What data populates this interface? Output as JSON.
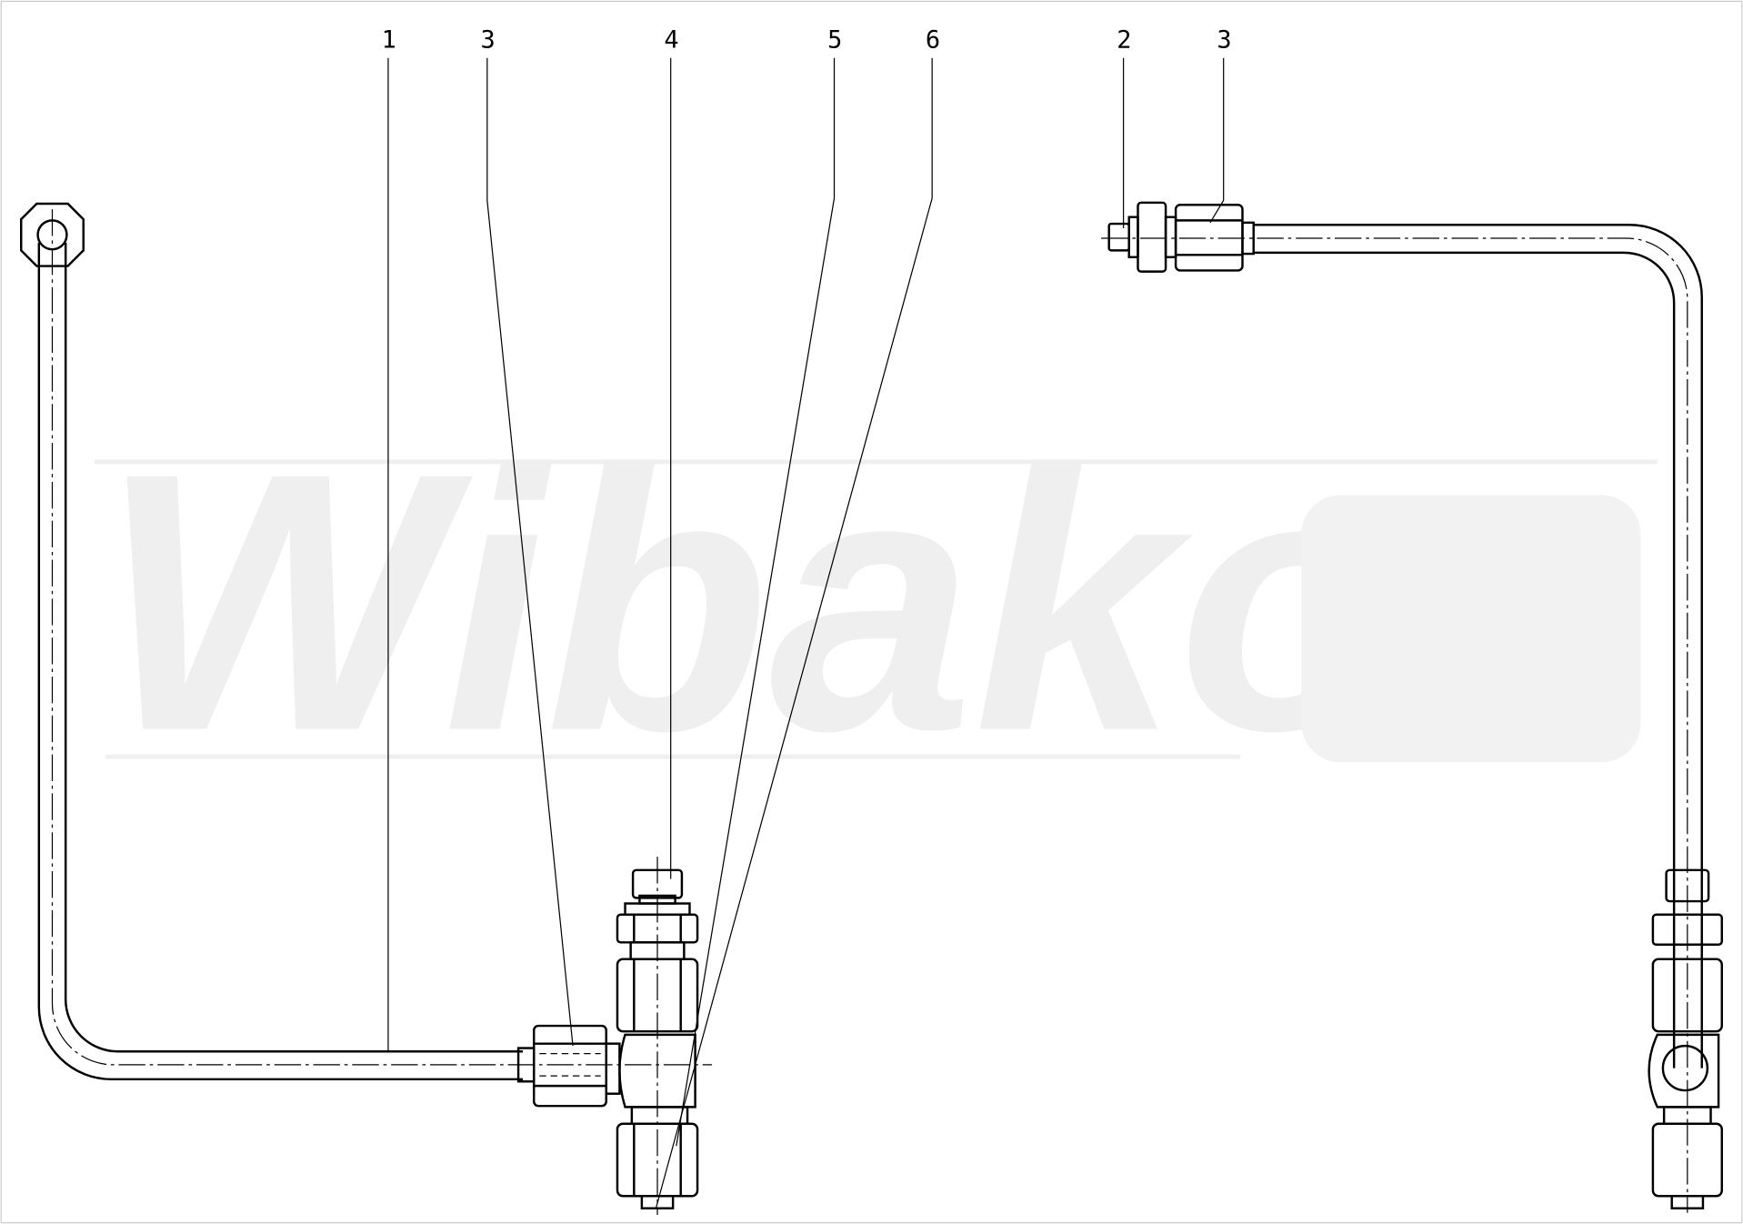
{
  "drawing": {
    "watermark": "Wibako",
    "callouts": [
      {
        "id": "1"
      },
      {
        "id": "3"
      },
      {
        "id": "4"
      },
      {
        "id": "5"
      },
      {
        "id": "6"
      },
      {
        "id": "2"
      },
      {
        "id": "3"
      }
    ]
  }
}
